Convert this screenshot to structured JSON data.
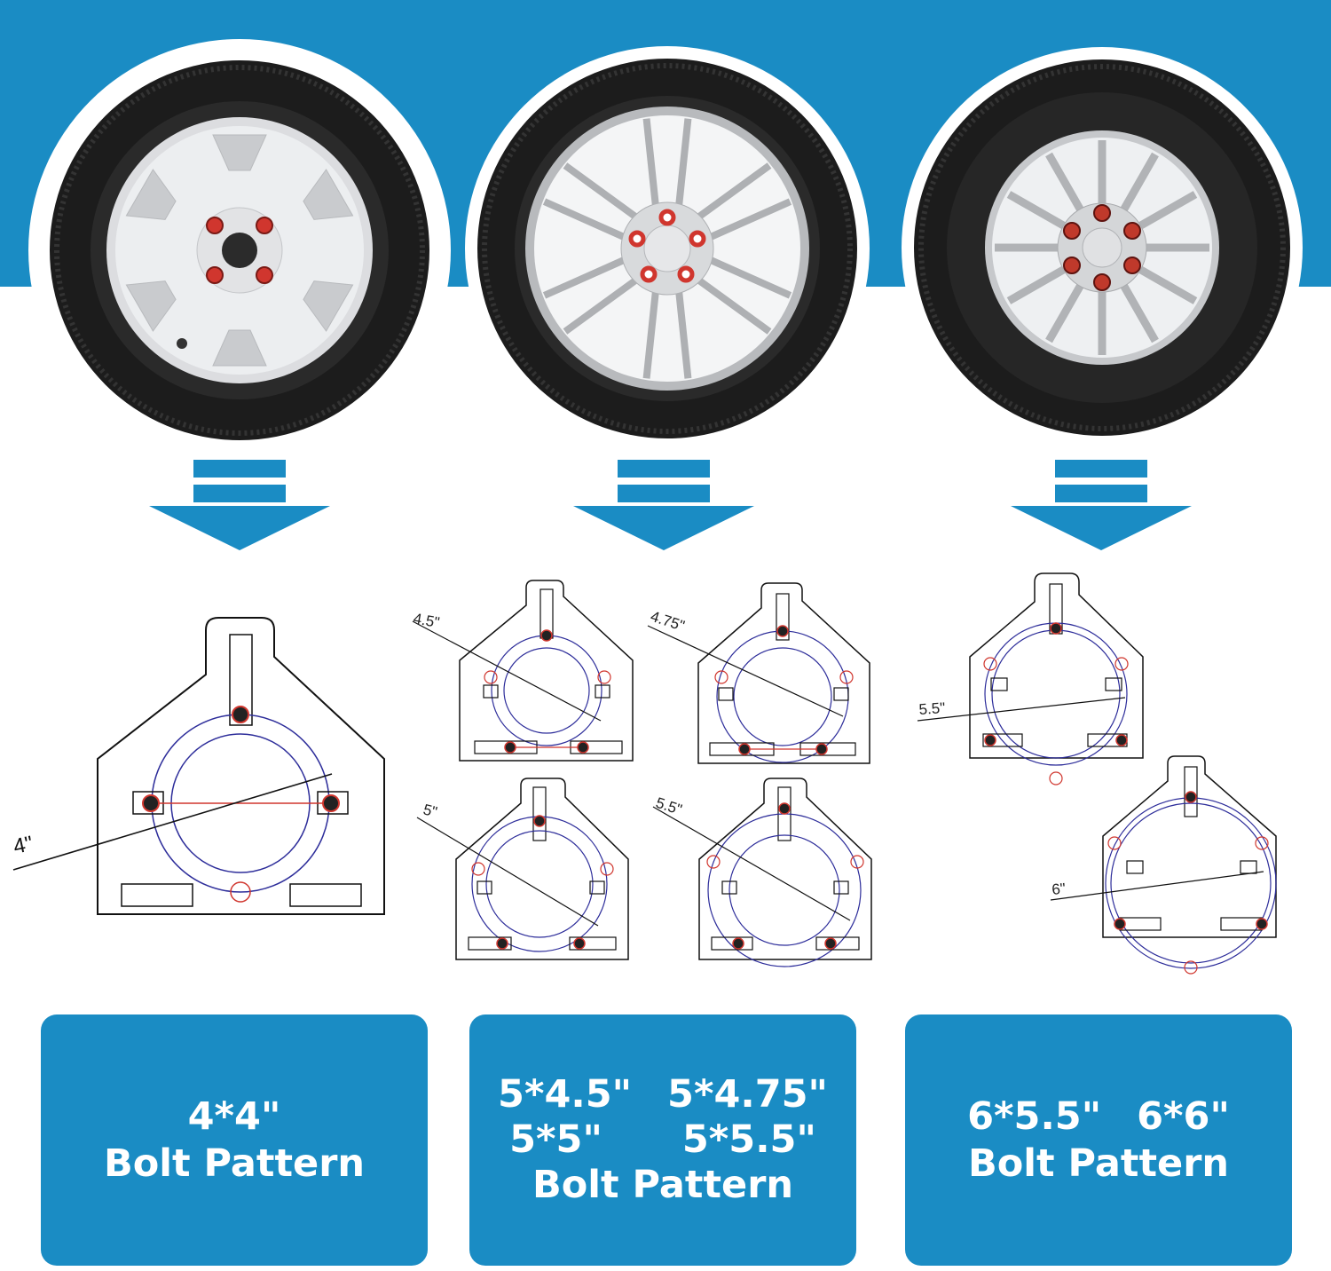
{
  "colors": {
    "brand_blue": "#1a8cc4",
    "rim_silver": "#d9dadc",
    "lug_red": "#d0362e",
    "circle_blue": "#2d2d9a"
  },
  "wheels": [
    {
      "style": "6-spoke-light-alloy",
      "lugs": 4
    },
    {
      "style": "double-spoke-alloy",
      "lugs": 5
    },
    {
      "style": "multi-spoke-alloy",
      "lugs": 6
    }
  ],
  "diagrams": {
    "pattern_4x4": {
      "dim": "4\""
    },
    "pattern_5x4_5": {
      "dim": "4.5\""
    },
    "pattern_5x4_75": {
      "dim": "4.75\""
    },
    "pattern_5x5": {
      "dim": "5\""
    },
    "pattern_5x5_5": {
      "dim": "5.5\""
    },
    "pattern_6x5_5": {
      "dim": "5.5\""
    },
    "pattern_6x6": {
      "dim": "6\""
    }
  },
  "labels": {
    "box1": {
      "line1": "4*4\"",
      "line2": "Bolt Pattern"
    },
    "box2": {
      "a": "5*4.5\"",
      "b": "5*4.75\"",
      "c": "5*5\"",
      "d": "5*5.5\"",
      "line3": "Bolt Pattern"
    },
    "box3": {
      "a": "6*5.5\"",
      "b": "6*6\"",
      "line2": "Bolt Pattern"
    }
  }
}
